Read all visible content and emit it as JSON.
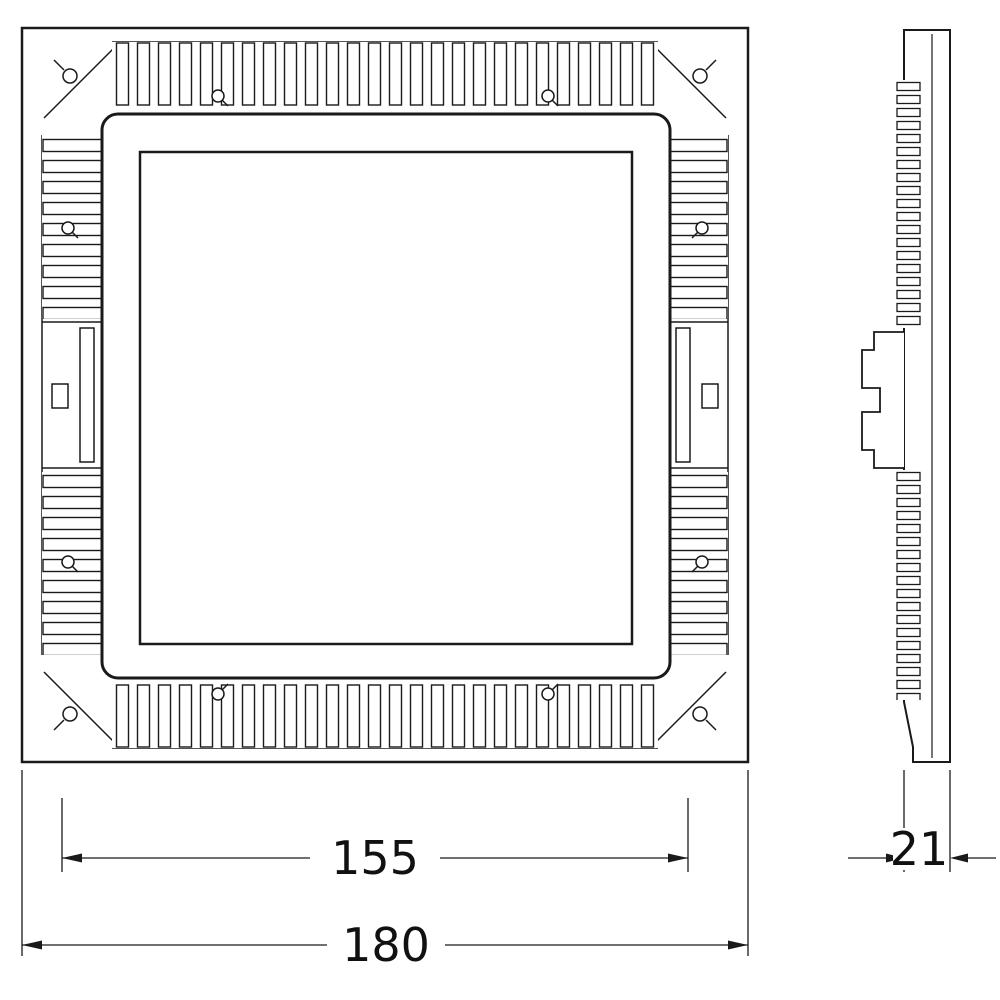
{
  "drawing": {
    "dimension_labels": {
      "inner_width": "155",
      "outer_width": "180",
      "depth": "21"
    },
    "colors": {
      "line": "#1a1a1a",
      "background": "#ffffff"
    }
  }
}
